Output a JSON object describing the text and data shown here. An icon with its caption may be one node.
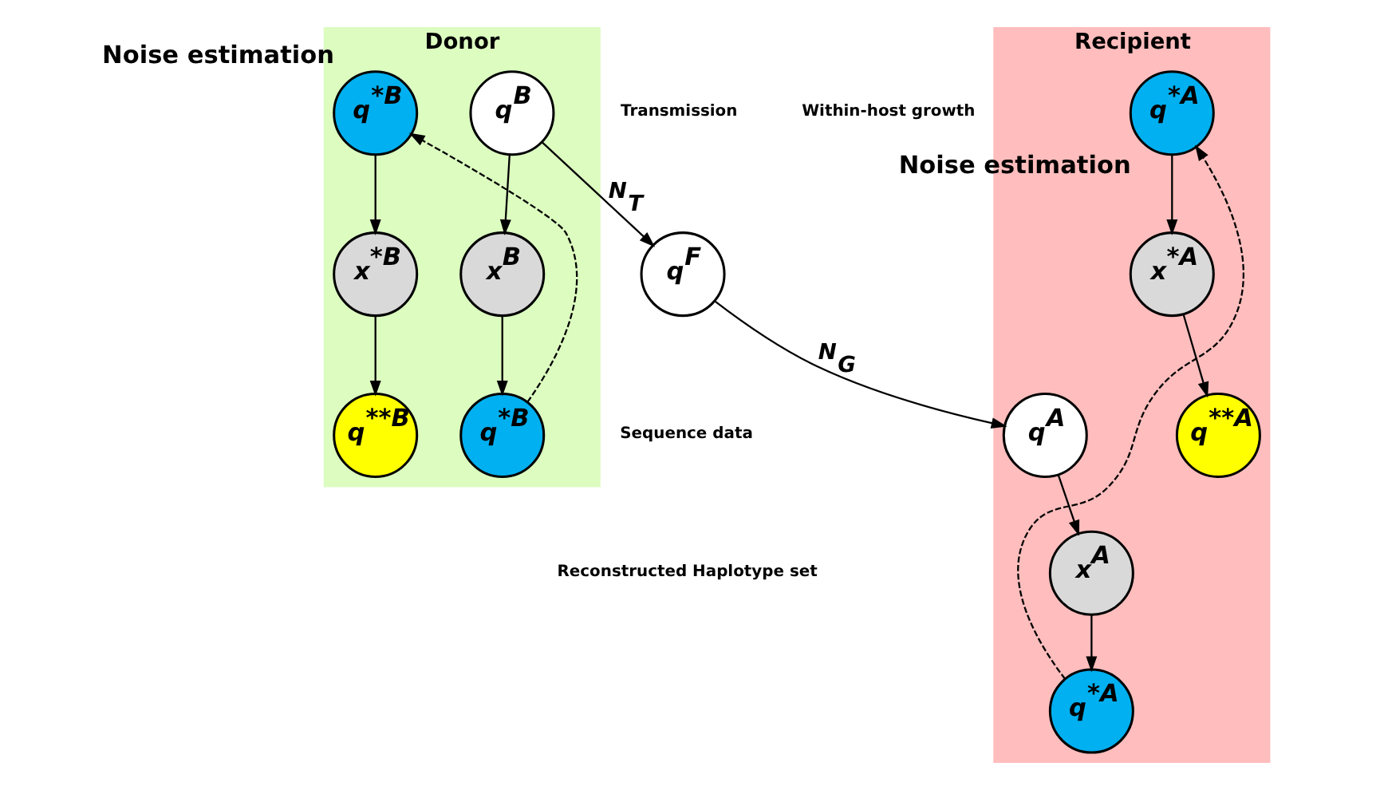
{
  "diagram": {
    "nodes": [
      {
        "text": [
          "Donor"
        ]
      },
      {
        "text": [
          "Recipient"
        ]
      },
      {
        "text": [
          "q$^{*B}$"
        ],
        "in": 0,
        "beside": [
          "Noise estimation"
        ]
      },
      {
        "text": [
          "q$^{B}$"
        ],
        "in": 0
      },
      {
        "text": [
          "x$^{*B}$"
        ],
        "in": 0
      },
      {
        "text": [
          "x$^{B}$"
        ],
        "in": 0
      },
      {
        "text": [
          "q$^{**B}$"
        ],
        "in": 0
      },
      {
        "text": [
          "q$^{*B}$"
        ],
        "in": 0
      },
      {
        "text": [
          "q$^{F}$"
        ]
      },
      {
        "text": [
          "q$^{A}$"
        ],
        "in": 1
      },
      {
        "text": [
          "q$^{*A}$"
        ],
        "in": 1,
        "beside": [
          "Noise estimation"
        ]
      },
      {
        "text": [
          "x$^{A}$"
        ],
        "in": 1
      },
      {
        "text": [
          "x$^{*A}$"
        ],
        "in": 1
      },
      {
        "text": [
          "q$^{*A}$"
        ],
        "in": 1
      },
      {
        "text": [
          "q$^{**A}$"
        ],
        "in": 1
      }
    ],
    "edges": [
      {
        "from": 3,
        "to": 8,
        "arrow": "to",
        "label": "N$_{T}$"
      },
      {
        "from": 8,
        "to": 9,
        "arrow": "to",
        "label": "N$_{G}$"
      },
      {
        "from": 2,
        "to": 4,
        "arrow": "to"
      },
      {
        "from": 4,
        "to": 6,
        "arrow": "to"
      },
      {
        "from": 3,
        "to": 5,
        "arrow": "to"
      },
      {
        "from": 5,
        "to": 7,
        "arrow": "to"
      },
      {
        "from": 7,
        "to": 2,
        "arrow": "to",
        "style": "dashed"
      },
      {
        "from": 9,
        "to": 11,
        "arrow": "to"
      },
      {
        "from": 11,
        "to": 13,
        "arrow": "to"
      },
      {
        "from": 13,
        "to": 10,
        "arrow": "to",
        "style": "dashed"
      },
      {
        "from": 10,
        "to": 12,
        "arrow": "to"
      },
      {
        "from": 12,
        "to": 14,
        "arrow": "to"
      }
    ],
    "labels": [
      "Transmission",
      "Within-host growth",
      "Sequence data",
      "Reconstructed Haplotype set"
    ]
  }
}
